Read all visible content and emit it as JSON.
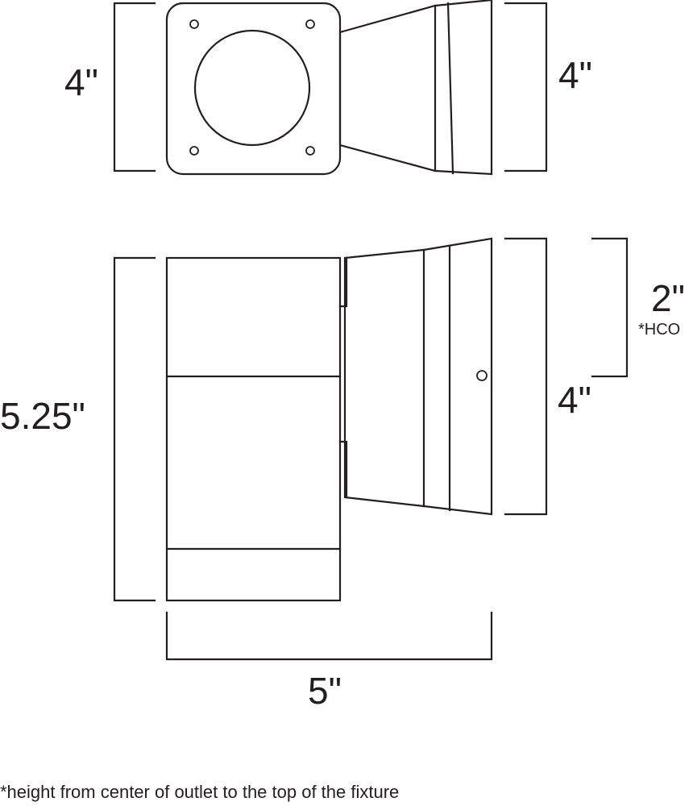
{
  "dimensions": {
    "top_view_left_height": "4\"",
    "top_view_right_height": "4\"",
    "side_total_height": "5.25\"",
    "hco_height": "2\"",
    "hco_label": "*HCO",
    "head_height": "4\"",
    "depth": "5\""
  },
  "footnote": "*height from center of outlet to the top of the fixture"
}
